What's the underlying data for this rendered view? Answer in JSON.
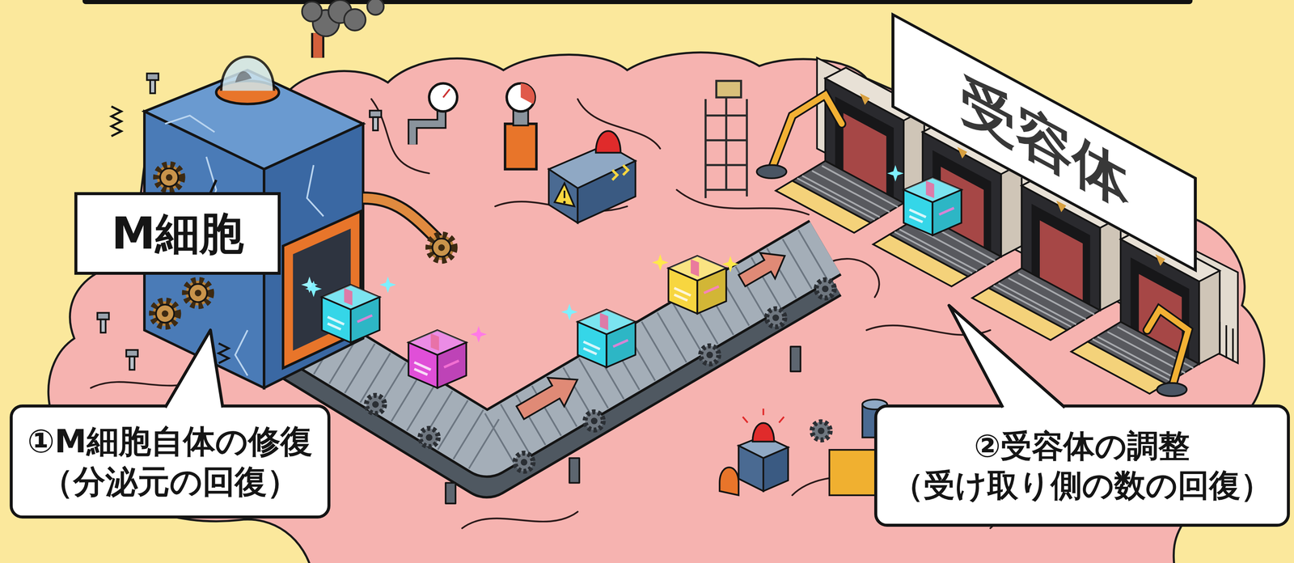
{
  "diagram": {
    "nodes": [
      {
        "text": [
          "M細胞"
        ]
      },
      {
        "text": [
          "受容体"
        ]
      },
      {
        "text": [
          "①M細胞自体の修復",
          "（分泌元の回復）"
        ]
      },
      {
        "text": [
          "②受容体の調整",
          "（受け取り側の数の回復）"
        ]
      }
    ]
  }
}
